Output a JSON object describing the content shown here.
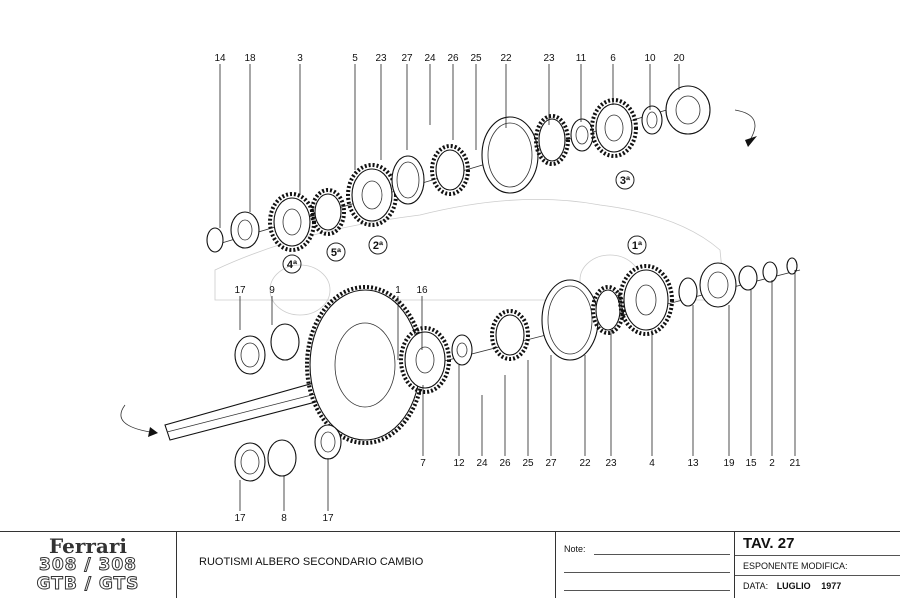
{
  "diagram": {
    "top_labels": [
      "14",
      "18",
      "3",
      "5",
      "23",
      "27",
      "24",
      "26",
      "25",
      "22",
      "23",
      "11",
      "6",
      "10",
      "20"
    ],
    "bottom_labels": [
      "7",
      "12",
      "24",
      "26",
      "25",
      "27",
      "22",
      "23",
      "4",
      "13",
      "19",
      "15",
      "2",
      "21"
    ],
    "left_top_labels": [
      "17",
      "9",
      "1",
      "16"
    ],
    "left_bottom_labels": [
      "17",
      "8",
      "17"
    ],
    "gear_marks": [
      "4ª",
      "5ª",
      "2ª",
      "3ª",
      "1ª"
    ]
  },
  "title_block": {
    "brand": "Ferrari",
    "model_line1": "308 / 308",
    "model_line2": "GTB / GTS",
    "description": "RUOTISMI ALBERO SECONDARIO CAMBIO",
    "notes_label": "Note:",
    "table": "TAV. 27",
    "revision_label": "ESPONENTE MODIFICA:",
    "date_label": "DATA:",
    "date_month": "LUGLIO",
    "date_year": "1977"
  }
}
